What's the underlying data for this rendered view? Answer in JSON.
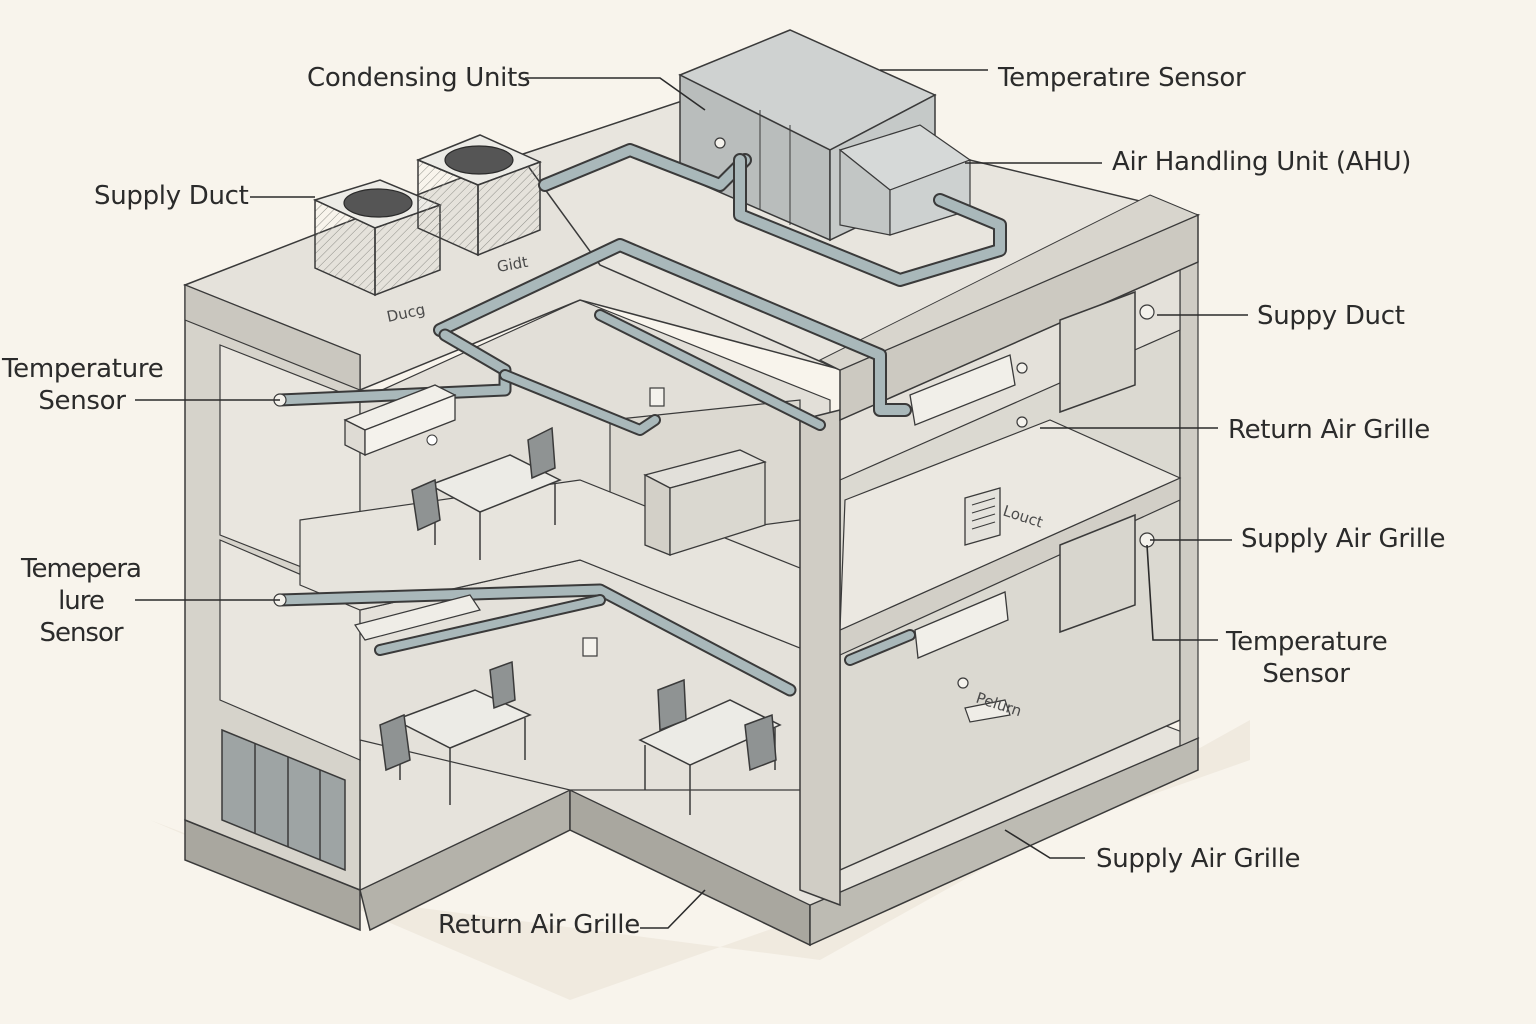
{
  "labels": {
    "condensing_units": "Condensing Units",
    "temperature_sensor_top": "Temperatıre Sensor",
    "air_handling_unit": "Air Handling Unit (AHU)",
    "supply_duct_left": "Supply Duct",
    "suppy_duct_right": "Suppy Duct",
    "temperature_sensor_left_1": "Temperature\nSensor",
    "return_air_grille_right": "Return Air Grille",
    "supply_air_grille_right": "Supply Air Grille",
    "temperature_sensor_left_2": "Temepera lure\nSensor",
    "temperature_sensor_right": "Temperature\nSensor",
    "supply_air_grille_bottom": "Supply Air Grille",
    "return_air_grille_bottom": "Return Air Grille"
  },
  "tags": {
    "duct_roof": "Ducg",
    "gidt_roof": "Gidt",
    "louct": "Louct",
    "return": "Pelurn"
  },
  "colors": {
    "background": "#f8f4ec",
    "wall": "#dcdad2",
    "duct": "#a9b8ba",
    "line": "#3a3a3a"
  }
}
